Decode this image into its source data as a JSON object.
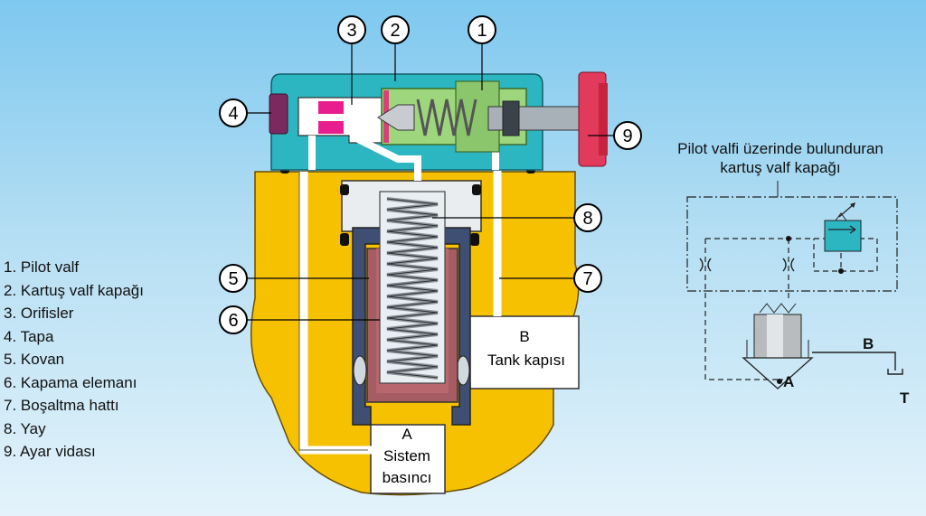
{
  "legend": [
    "1. Pilot valf",
    "2. Kartuş valf kapağı",
    "3. Orifisler",
    "4. Tapa",
    "5. Kovan",
    "6. Kapama elemanı",
    "7. Boşaltma hattı",
    "8. Yay",
    "9. Ayar vidası"
  ],
  "callouts": [
    "1",
    "2",
    "3",
    "4",
    "5",
    "6",
    "7",
    "8",
    "9"
  ],
  "ports": {
    "a_letter": "A",
    "a_line1": "Sistem",
    "a_line2": "basıncı",
    "b_letter": "B",
    "b_label": "Tank kapısı"
  },
  "schematic": {
    "caption_line1": "Pilot valfi üzerinde bulunduran",
    "caption_line2": "kartuş valf kapağı",
    "label_a": "A",
    "label_b": "B",
    "label_t": "T"
  },
  "colors": {
    "body": "#f5c100",
    "cover": "#2bb6c2",
    "cage": "#3f4f74",
    "poppet": "#a55c62",
    "spring": "#b5b9bd",
    "pilot": "#9ed67d",
    "adjust_knob": "#e23a5a",
    "plug": "#7b2a60",
    "orifice": "#e81d8e"
  }
}
